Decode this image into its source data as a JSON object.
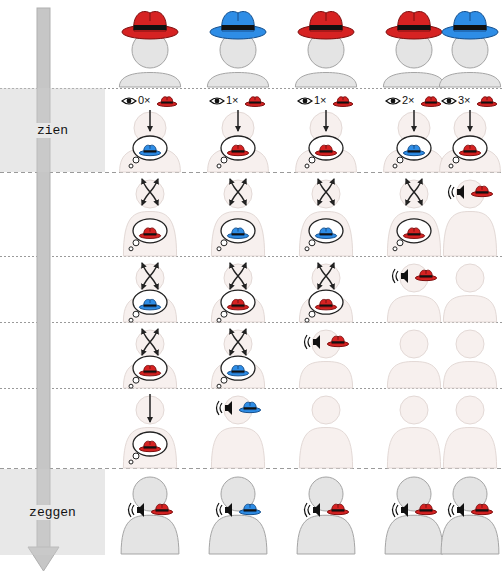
{
  "diagram": {
    "nodes": [
      {
        "text": [
          "zien"
        ]
      },
      {
        "text": [
          "zeggen"
        ]
      }
    ],
    "labels": [
      "0×",
      "1×",
      "1×",
      "2×",
      "3×"
    ]
  }
}
